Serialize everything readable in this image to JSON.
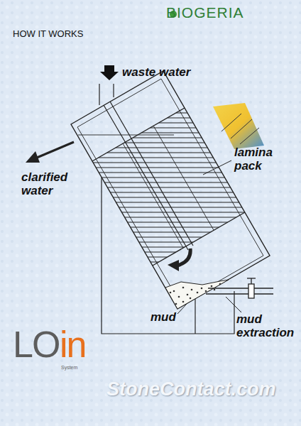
{
  "diagram": {
    "title": "HOW IT WORKS",
    "labels": [
      "BIOGERIA",
      "waste water",
      "lamina pack",
      "clarified water",
      "mud",
      "mud extraction",
      "LO",
      "in",
      "System",
      "StoneContact.com"
    ]
  }
}
